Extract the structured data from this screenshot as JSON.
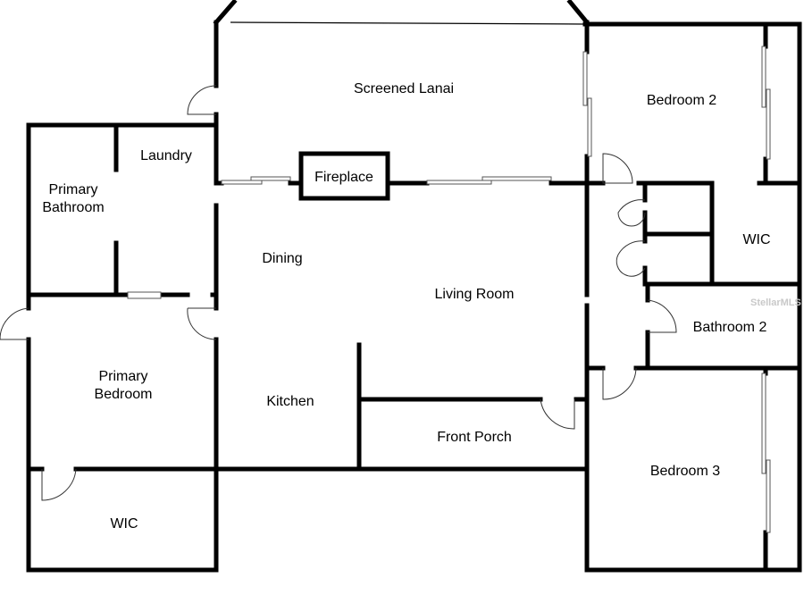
{
  "rooms": {
    "screened_lanai": "Screened Lanai",
    "bedroom_2": "Bedroom 2",
    "laundry": "Laundry",
    "primary_bathroom_1": "Primary",
    "primary_bathroom_2": "Bathroom",
    "fireplace": "Fireplace",
    "wic_right": "WIC",
    "dining": "Dining",
    "living_room": "Living Room",
    "bathroom_2": "Bathroom 2",
    "primary_bedroom_1": "Primary",
    "primary_bedroom_2": "Bedroom",
    "kitchen": "Kitchen",
    "front_porch": "Front Porch",
    "bedroom_3": "Bedroom 3",
    "wic_left": "WIC"
  },
  "watermark": "StellarMLS"
}
